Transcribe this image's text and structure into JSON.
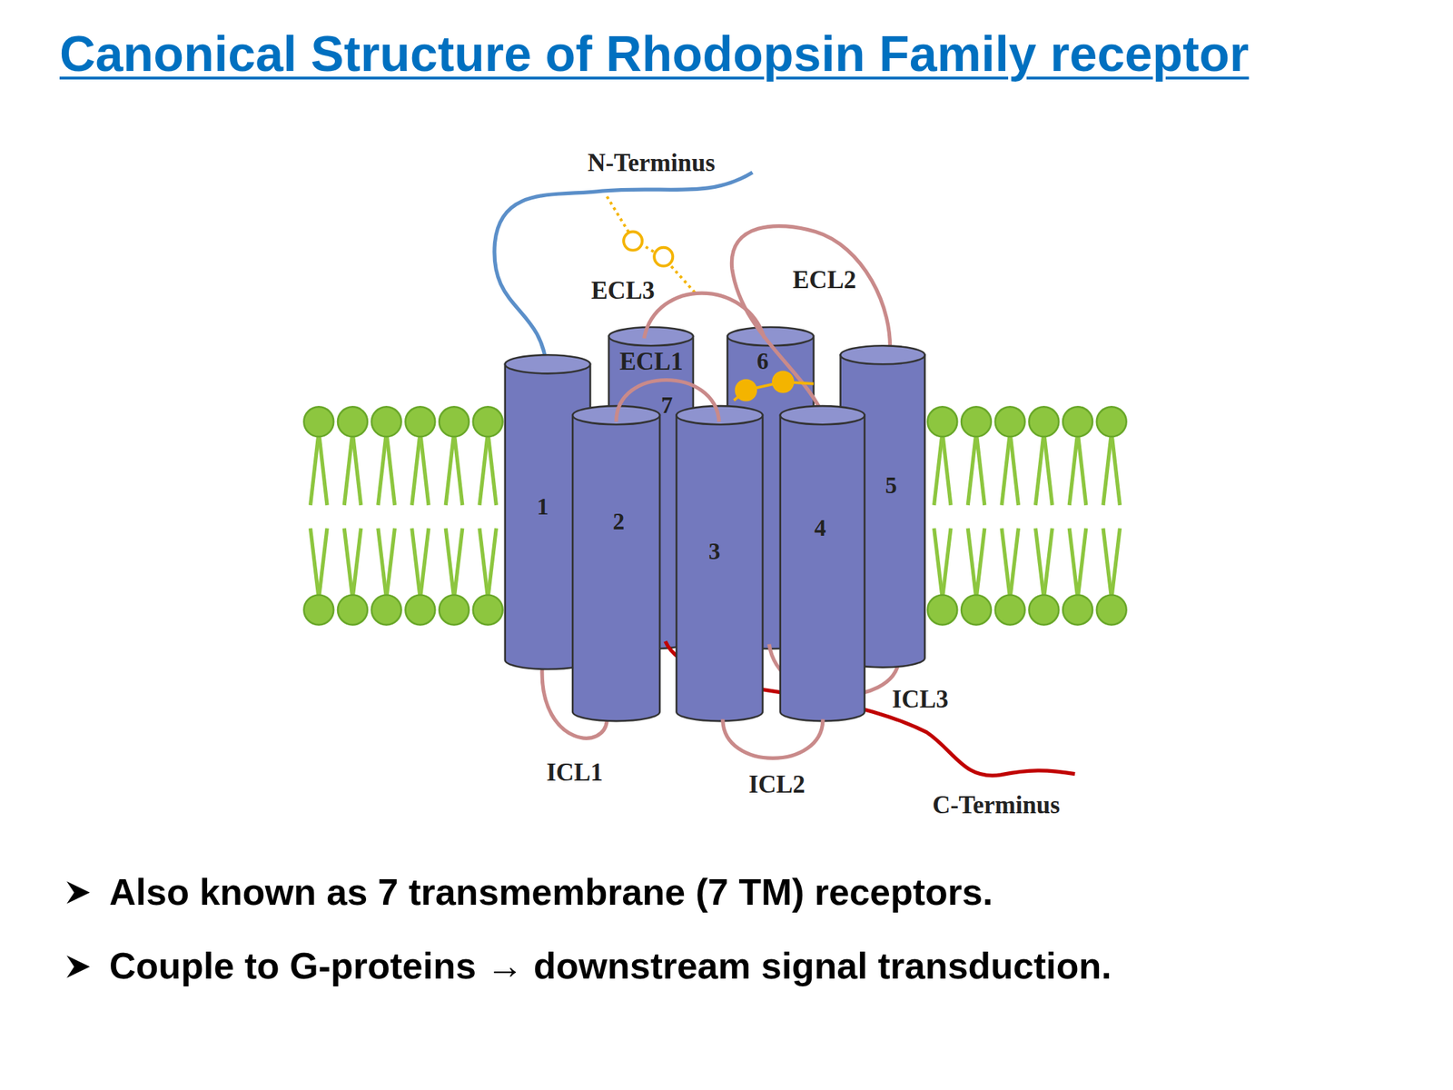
{
  "diagram": {
    "title": "Canonical Structure of Rhodopsin Family receptor",
    "labels": [
      "N-Terminus",
      "ECL3",
      "ECL2",
      "ECL1",
      "6",
      "7",
      "1",
      "2",
      "3",
      "5",
      "4",
      "ICL3",
      "ICL1",
      "ICL2",
      "C-Terminus",
      "Also known as 7 transmembrane (7 TM) receptors.",
      "Couple to G-proteins → downstream signal transduction."
    ]
  }
}
